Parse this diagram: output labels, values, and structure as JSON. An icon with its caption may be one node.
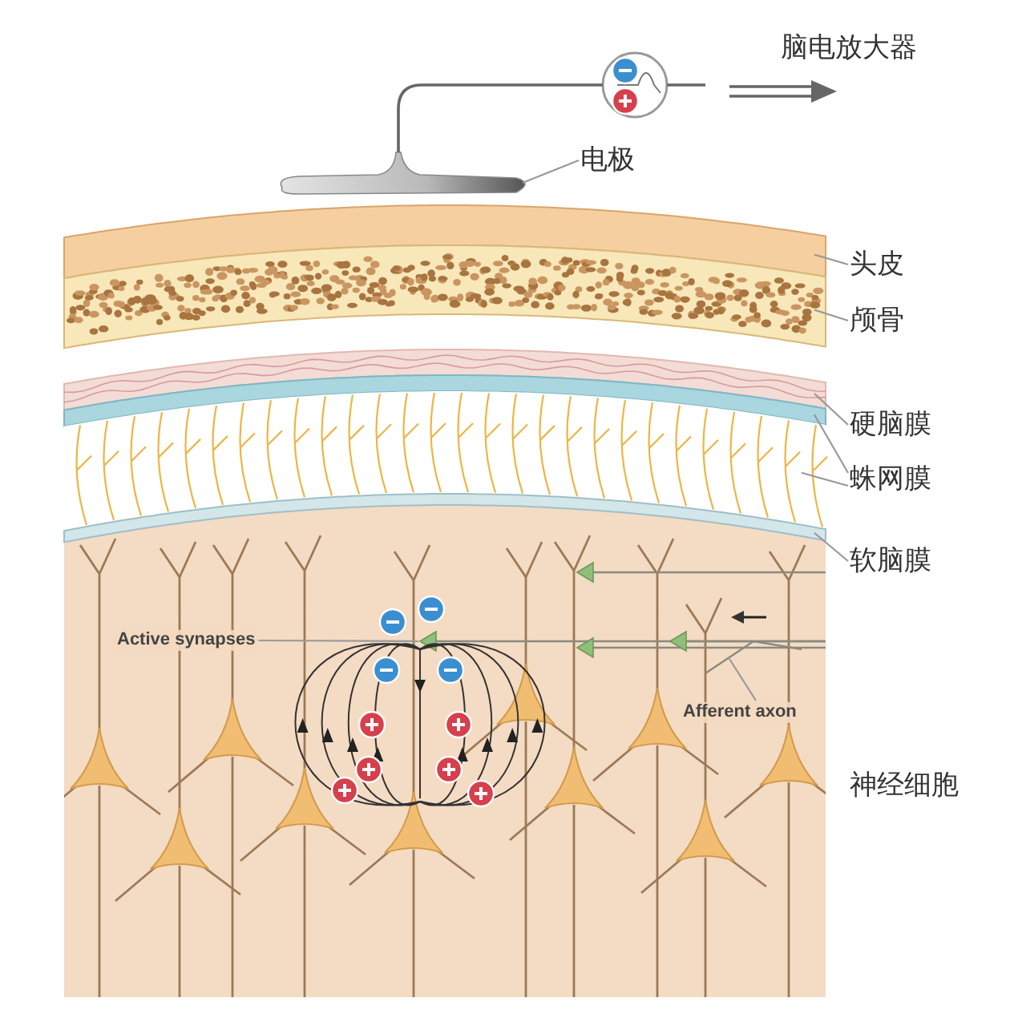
{
  "diagram": {
    "nodes": [
      {
        "text": [],
        "shape": "bar"
      },
      {
        "text": [
          "电极"
        ]
      },
      {
        "text": [],
        "shape": "circle"
      },
      {
        "text": [],
        "shape": "band"
      },
      {
        "text": [
          "头皮"
        ]
      },
      {
        "text": [],
        "shape": "band"
      },
      {
        "text": [
          "颅骨"
        ]
      },
      {
        "text": [],
        "shape": "band"
      },
      {
        "text": [
          "硬脑膜"
        ]
      },
      {
        "text": [],
        "shape": "band"
      },
      {
        "text": [],
        "shape": "band"
      },
      {
        "text": [
          "蛛网膜"
        ]
      },
      {
        "text": [],
        "shape": "band"
      },
      {
        "text": [
          "软脑膜"
        ]
      },
      {
        "text": [
          "Active synapses"
        ]
      },
      {
        "text": [
          "Afferent axon"
        ]
      },
      {
        "text": [],
        "shape": "triangle"
      }
    ],
    "edges": [
      {
        "from": 0,
        "to": 2,
        "arrow": "none"
      },
      {
        "from": 2,
        "to": null,
        "arrow": "to"
      },
      {
        "from": 1,
        "to": 0,
        "arrow": "none"
      },
      {
        "from": 4,
        "to": 3,
        "arrow": "none"
      },
      {
        "from": 6,
        "to": 5,
        "arrow": "none"
      },
      {
        "from": 8,
        "to": 7,
        "arrow": "none"
      },
      {
        "from": 11,
        "to": 9,
        "arrow": "none"
      },
      {
        "from": 11,
        "to": 10,
        "arrow": "none"
      },
      {
        "from": 13,
        "to": 12,
        "arrow": "none"
      },
      {
        "from": 14,
        "to": 16,
        "arrow": "none"
      },
      {
        "from": 15,
        "to": null,
        "arrow": "none"
      }
    ],
    "labels": [
      "脑电放大器",
      "神经细胞"
    ]
  }
}
